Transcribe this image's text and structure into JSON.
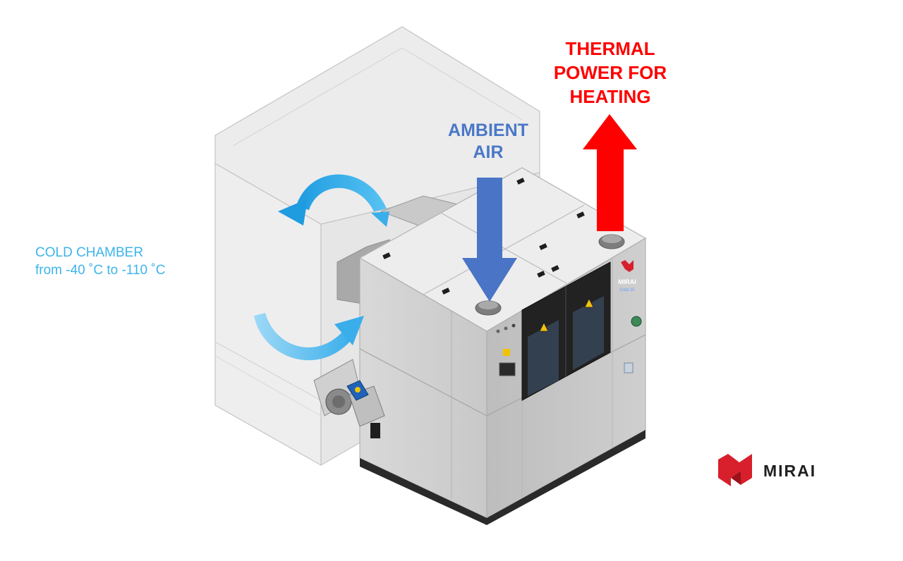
{
  "labels": {
    "cold_chamber": [
      "COLD CHAMBER",
      "from -40 ˚C to -110 ˚C"
    ],
    "ambient_air": [
      "AMBIENT",
      "AIR"
    ],
    "thermal_power": [
      "THERMAL",
      "POWER FOR",
      "HEATING"
    ]
  },
  "machine": {
    "brand": "MIRAI",
    "model": "Cold 15"
  },
  "logo": {
    "brand": "MIRAI"
  },
  "colors": {
    "cold": "#3db4ea",
    "ambient": "#4a78c8",
    "thermal": "#ff0000",
    "logo_red": "#d7202c"
  },
  "icons": [
    "circular-arrow-top-icon",
    "circular-arrow-bottom-icon",
    "down-arrow-icon",
    "up-arrow-icon",
    "warning-icon",
    "mirai-logo-icon"
  ]
}
